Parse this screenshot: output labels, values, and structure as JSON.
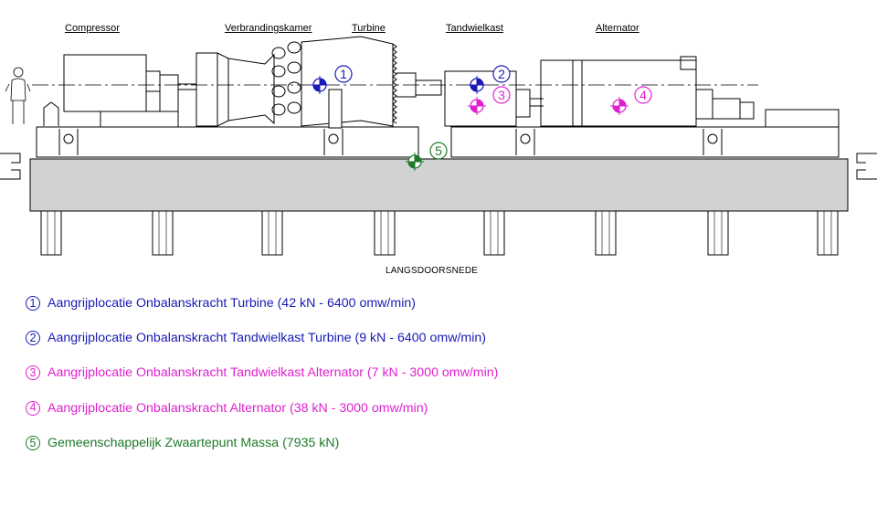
{
  "components": {
    "compressor": "Compressor",
    "combustion_chamber": "Verbrandingskamer",
    "turbine": "Turbine",
    "gearbox": "Tandwielkast",
    "alternator": "Alternator"
  },
  "section_title": "LANGSDOORSNEDE",
  "markers": [
    {
      "number": "1",
      "color": "#1a1ab4"
    },
    {
      "number": "2",
      "color": "#1a1ab4"
    },
    {
      "number": "3",
      "color": "#e020d0"
    },
    {
      "number": "4",
      "color": "#e020d0"
    },
    {
      "number": "5",
      "color": "#1e7a2a"
    }
  ],
  "legend": [
    {
      "number": "1",
      "text": "Aangrijplocatie Onbalanskracht Turbine (42 kN - 6400 omw/min)",
      "color": "#1a1ab4"
    },
    {
      "number": "2",
      "text": "Aangrijplocatie Onbalanskracht Tandwielkast Turbine (9 kN - 6400 omw/min)",
      "color": "#1a1ab4"
    },
    {
      "number": "3",
      "text": "Aangrijplocatie Onbalanskracht Tandwielkast Alternator (7 kN - 3000 omw/min)",
      "color": "#e020d0"
    },
    {
      "number": "4",
      "text": "Aangrijplocatie Onbalanskracht Alternator (38 kN - 3000 omw/min)",
      "color": "#e020d0"
    },
    {
      "number": "5",
      "text": "Gemeenschappelijk Zwaartepunt Massa (7935 kN)",
      "color": "#1e7a2a"
    }
  ]
}
